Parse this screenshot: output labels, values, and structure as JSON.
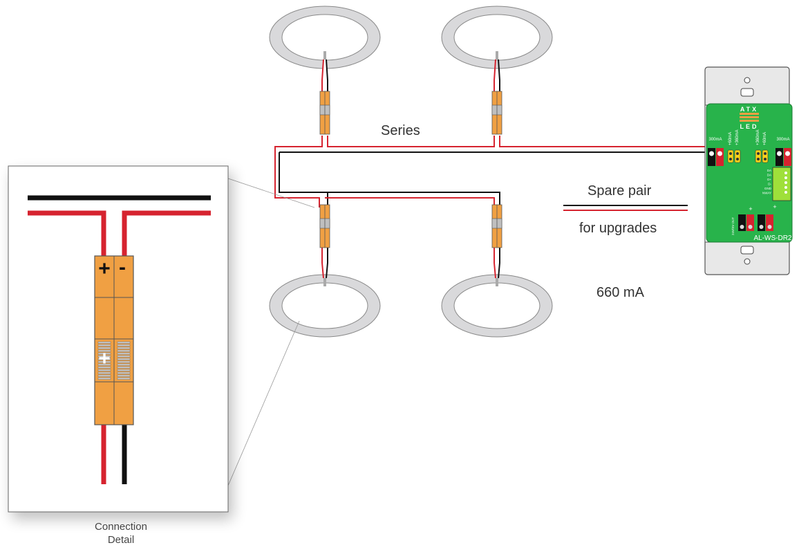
{
  "labels": {
    "series": "Series",
    "spare_pair_line1": "Spare pair",
    "spare_pair_line2": "for upgrades",
    "current": "660 mA",
    "detail_line1": "Connection",
    "detail_line2": "Detail"
  },
  "driver": {
    "brand_top": "ATX",
    "brand_bottom": "LED",
    "model": "AL-WS-DR2",
    "output_left": "300mA",
    "output_right": "300mA",
    "jumper_1": "+60mA",
    "jumper_2": "+360mA",
    "jumper_3": "+360mA",
    "jumper_4": "+60mA",
    "dali_terminals": [
      "DA",
      "DA",
      "D+",
      "D-",
      "GND",
      "NWAY"
    ],
    "input_label": "24V/SV OUT",
    "plus_sign": "+",
    "minus_sign": "-"
  },
  "connector": {
    "plus": "+",
    "minus": "-"
  },
  "colors": {
    "wire_red": "#d6232f",
    "wire_black": "#111111",
    "connector_orange": "#f0a043",
    "driver_green": "#28b34b",
    "plate_gray": "#e8e8e8",
    "fixture_ring": "#d4d4d6"
  }
}
